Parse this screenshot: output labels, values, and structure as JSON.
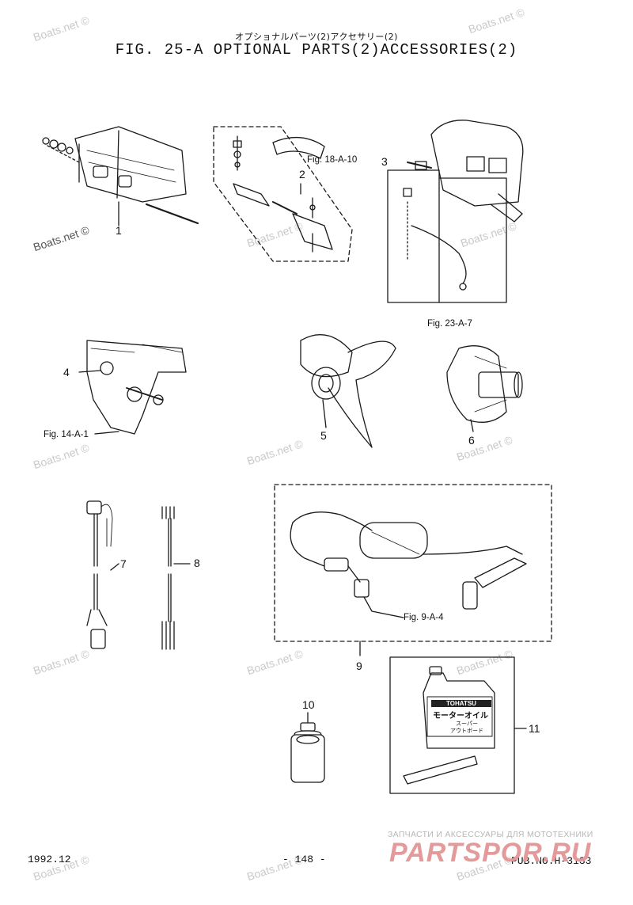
{
  "header": {
    "title_jp": "オプショナルパーツ(2)アクセサリー(2)",
    "title": "FIG. 25-A OPTIONAL PARTS(2)ACCESSORIES(2)"
  },
  "callouts": {
    "n1": "1",
    "n2": "2",
    "n3": "3",
    "n4": "4",
    "n5": "5",
    "n6": "6",
    "n7": "7",
    "n8": "8",
    "n9": "9",
    "n10": "10",
    "n11": "11"
  },
  "refs": {
    "r18": "Fig. 18-A-10",
    "r23": "Fig. 23-A-7",
    "r14": "Fig. 14-A-1",
    "r9": "Fig. 9-A-4"
  },
  "bottle_label": {
    "brand": "TOHATSU",
    "line1": "モーターオイル",
    "line2": "スーパー",
    "line3": "アウトボード"
  },
  "footer": {
    "date": "1992.12",
    "page": "- 148 -",
    "pub": "PUB.NO.H-3133"
  },
  "watermark": {
    "text": "Boats.net ©"
  },
  "banner": {
    "top": "ЗАПЧАСТИ И АКСЕССУАРЫ ДЛЯ МОТОТЕХНИКИ",
    "logo": "PARTSPOR.RU"
  }
}
